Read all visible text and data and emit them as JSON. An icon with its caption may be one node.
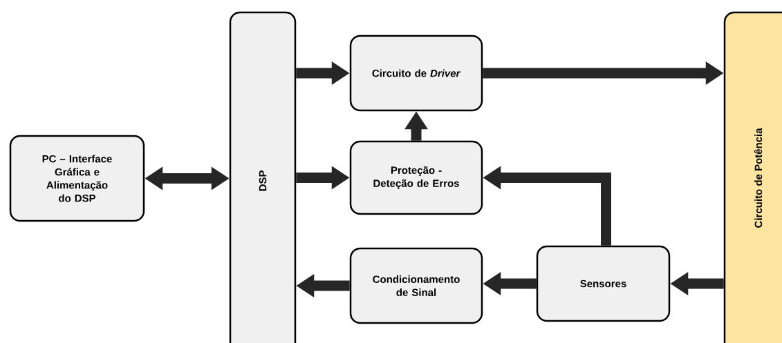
{
  "diagram": {
    "nodes": [
      {
        "text": [
          "PC – Interface Gráfica e Alimentação do DSP"
        ]
      },
      {
        "text": [
          "DSP"
        ]
      },
      {
        "text": [
          "Circuito de *Driver*"
        ]
      },
      {
        "text": [
          "Proteção - Deteção de Erros"
        ]
      },
      {
        "text": [
          "Condicionamento de Sinal"
        ]
      },
      {
        "text": [
          "Sensores"
        ]
      },
      {
        "text": [
          "Circuito de Potência"
        ]
      }
    ],
    "edges": [
      {
        "from": 0,
        "to": 1,
        "arrow": "both"
      },
      {
        "from": 1,
        "to": 2,
        "arrow": "to"
      },
      {
        "from": 1,
        "to": 3,
        "arrow": "to"
      },
      {
        "from": 3,
        "to": 2,
        "arrow": "to"
      },
      {
        "from": 2,
        "to": 6,
        "arrow": "to"
      },
      {
        "from": 4,
        "to": 1,
        "arrow": "to"
      },
      {
        "from": 5,
        "to": 4,
        "arrow": "to"
      },
      {
        "from": 6,
        "to": 5,
        "arrow": "to"
      },
      {
        "from": 5,
        "to": 3,
        "arrow": "to"
      }
    ]
  }
}
